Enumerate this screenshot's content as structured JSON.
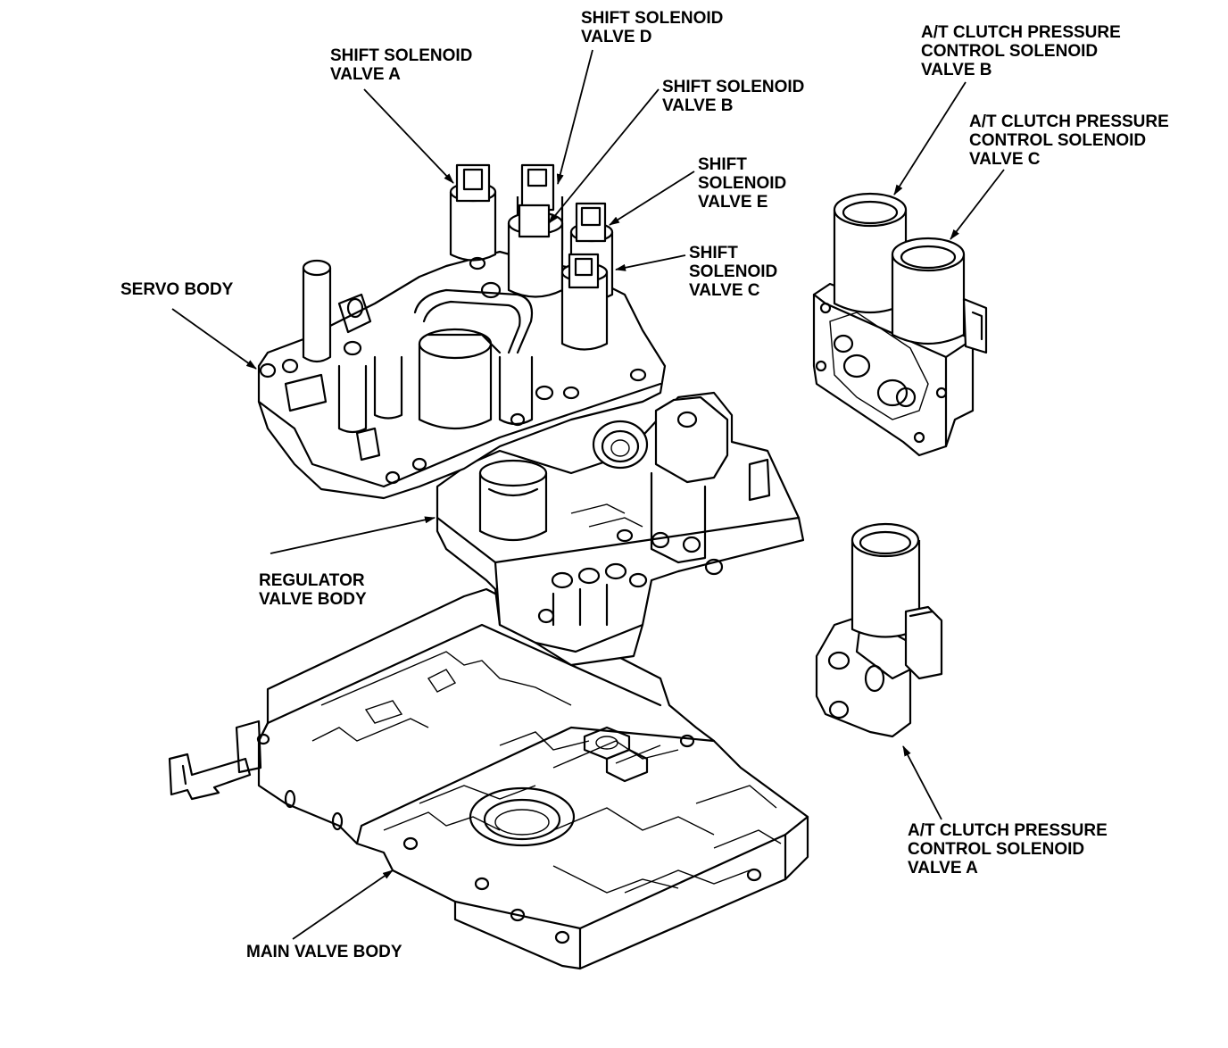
{
  "labels": {
    "shift_solenoid_a": [
      "SHIFT SOLENOID",
      "VALVE A"
    ],
    "shift_solenoid_d": [
      "SHIFT SOLENOID",
      "VALVE D"
    ],
    "shift_solenoid_b": [
      "SHIFT SOLENOID",
      "VALVE B"
    ],
    "shift_solenoid_e": [
      "SHIFT",
      "SOLENOID",
      "VALVE E"
    ],
    "shift_solenoid_c": [
      "SHIFT",
      "SOLENOID",
      "VALVE C"
    ],
    "servo_body": [
      "SERVO BODY"
    ],
    "regulator_valve_body": [
      "REGULATOR",
      "VALVE BODY"
    ],
    "main_valve_body": [
      "MAIN VALVE BODY"
    ],
    "atc_solenoid_b": [
      "A/T CLUTCH PRESSURE",
      "CONTROL SOLENOID",
      "VALVE B"
    ],
    "atc_solenoid_c": [
      "A/T CLUTCH PRESSURE",
      "CONTROL SOLENOID",
      "VALVE C"
    ],
    "atc_solenoid_a": [
      "A/T CLUTCH PRESSURE",
      "CONTROL SOLENOID",
      "VALVE A"
    ]
  },
  "colors": {
    "ink": "#000000",
    "paper": "#ffffff"
  }
}
